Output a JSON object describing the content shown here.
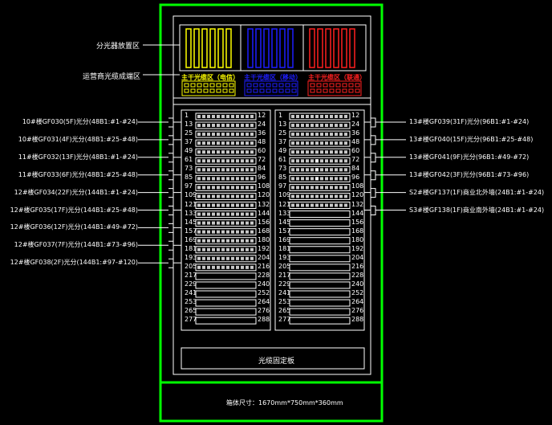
{
  "zones": {
    "splitter_area": "分光器放置区",
    "operator_area": "运营商光缆成端区",
    "trunk_left": "主干光缆区（电信）",
    "trunk_mid": "主干光缆区（移动）",
    "trunk_right": "主干光缆区（联通）"
  },
  "colors": {
    "frame": "#00ff00",
    "yellow": "#ffff00",
    "blue": "#1e1eff",
    "red": "#ff2020",
    "white": "#ffffff"
  },
  "left_labels": [
    "10#楼GF030(5F)光分(48B1:#1-#24)",
    "10#楼GF031(4F)光分(48B1:#25-#48)",
    "11#楼GF032(13F)光分(48B1:#1-#24)",
    "11#楼GF033(6F)光分(48B1:#25-#48)",
    "12#楼GF034(22F)光分(144B1:#1-#24)",
    "12#楼GF035(17F)光分(144B1:#25-#48)",
    "12#楼GF036(12F)光分(144B1:#49-#72)",
    "12#楼GF037(7F)光分(144B1:#73-#96)",
    "12#楼GF038(2F)光分(144B1:#97-#120)"
  ],
  "right_labels": [
    "13#楼GF039(31F)光分(96B1:#1-#24)",
    "13#楼GF040(15F)光分(96B1:#25-#48)",
    "13#楼GF041(9F)光分(96B1:#49-#72)",
    "13#楼GF042(3F)光分(96B1:#73-#96)",
    "S2#楼GF137(1F)商业北外墙(24B1:#1-#24)",
    "S3#楼GF138(1F)商业南外墙(24B1:#1-#24)"
  ],
  "row_numbers_left": [
    "1",
    "13",
    "25",
    "37",
    "49",
    "61",
    "73",
    "85",
    "97",
    "109",
    "121",
    "133",
    "145",
    "157",
    "169",
    "181",
    "193",
    "205",
    "217",
    "229",
    "241",
    "253",
    "265",
    "277"
  ],
  "row_numbers_right": [
    "12",
    "24",
    "36",
    "48",
    "60",
    "72",
    "84",
    "96",
    "108",
    "120",
    "132",
    "144",
    "156",
    "168",
    "180",
    "192",
    "204",
    "216",
    "228",
    "240",
    "252",
    "264",
    "276",
    "288"
  ],
  "fixing_plate": "光缆固定板",
  "cabinet_size": "箱体尺寸：1670mm*750mm*360mm"
}
